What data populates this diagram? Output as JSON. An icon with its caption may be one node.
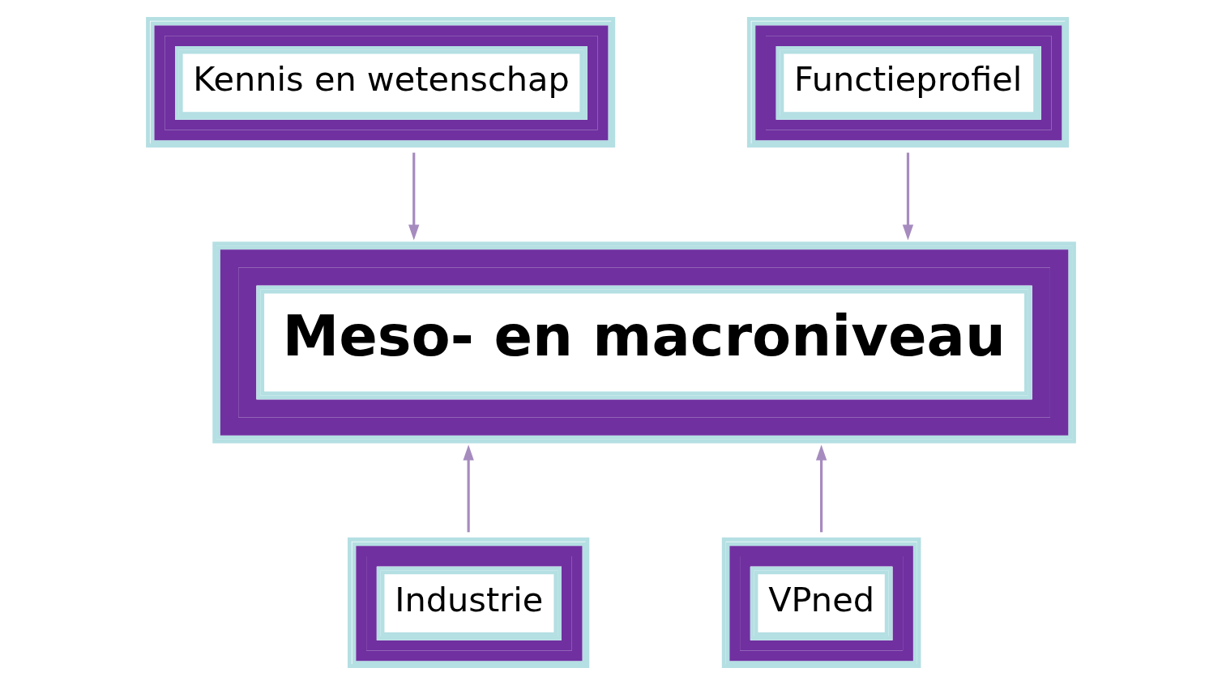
{
  "diagram": {
    "nodes": [
      {
        "text": [
          "Kennis en wetenschap"
        ]
      },
      {
        "text": [
          "Functieprofiel"
        ]
      },
      {
        "text": [
          "Meso- en macroniveau"
        ]
      },
      {
        "text": [
          "Industrie"
        ]
      },
      {
        "text": [
          "VPned"
        ]
      }
    ],
    "edges": [
      {
        "from": 0,
        "to": 2,
        "arrow": "to"
      },
      {
        "from": 1,
        "to": 2,
        "arrow": "to"
      },
      {
        "from": 3,
        "to": 2,
        "arrow": "to"
      },
      {
        "from": 4,
        "to": 2,
        "arrow": "to"
      }
    ]
  }
}
